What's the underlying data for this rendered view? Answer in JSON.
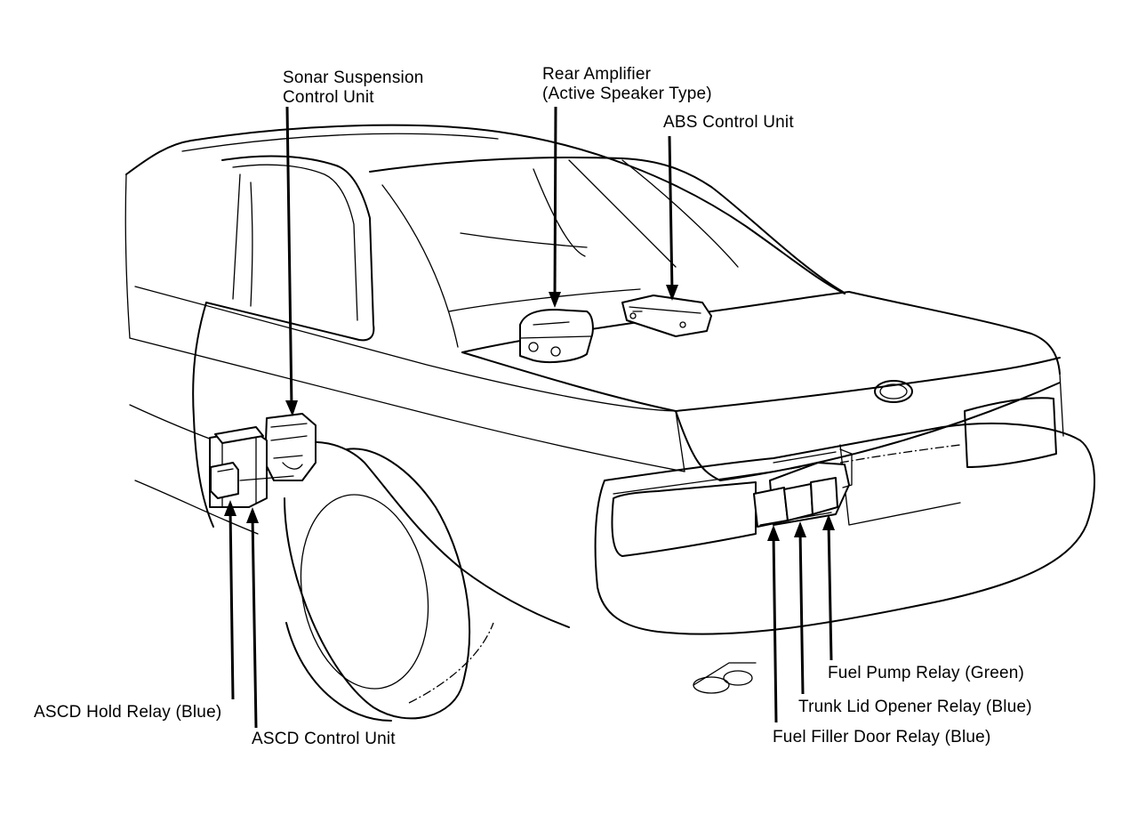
{
  "labels": {
    "sonar_line1": "Sonar Suspension",
    "sonar_line2": "Control Unit",
    "rear_amp_line1": "Rear Amplifier",
    "rear_amp_line2": "(Active Speaker Type)",
    "abs": "ABS Control Unit",
    "ascd_hold_relay": "ASCD Hold Relay (Blue)",
    "ascd_control_unit": "ASCD Control Unit",
    "fuel_pump_relay": "Fuel Pump Relay (Green)",
    "trunk_lid_opener_relay": "Trunk Lid Opener Relay (Blue)",
    "fuel_filler_door_relay": "Fuel Filler Door Relay (Blue)"
  },
  "colors": {
    "ink": "#000000",
    "paper": "#ffffff"
  }
}
